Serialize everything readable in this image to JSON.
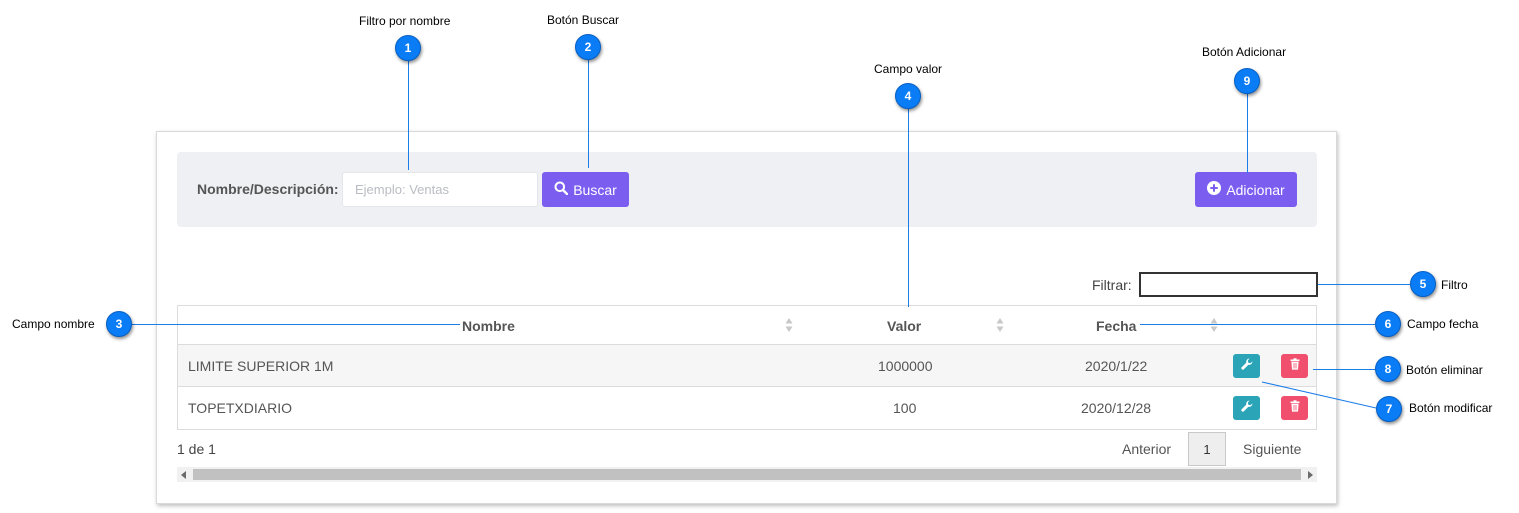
{
  "annotations": [
    {
      "id": "1",
      "label": "Filtro por nombre"
    },
    {
      "id": "2",
      "label": "Botón  Buscar"
    },
    {
      "id": "3",
      "label": "Campo nombre"
    },
    {
      "id": "4",
      "label": "Campo valor"
    },
    {
      "id": "5",
      "label": "Filtro"
    },
    {
      "id": "6",
      "label": "Campo fecha"
    },
    {
      "id": "7",
      "label": "Botón modificar"
    },
    {
      "id": "8",
      "label": "Botón eliminar"
    },
    {
      "id": "9",
      "label": "Botón Adicionar"
    }
  ],
  "search": {
    "label": "Nombre/Descripción:",
    "value": "",
    "placeholder": "Ejemplo: Ventas",
    "button_label": "Buscar",
    "button_icon": "search-icon"
  },
  "add_button": {
    "label": "Adicionar",
    "icon": "plus-circle-icon"
  },
  "filter": {
    "label": "Filtrar:",
    "value": ""
  },
  "table": {
    "columns": [
      "Nombre",
      "Valor",
      "Fecha"
    ],
    "rows": [
      {
        "nombre": "LIMITE SUPERIOR 1M",
        "valor": "1000000",
        "fecha": "2020/1/22"
      },
      {
        "nombre": "TOPETXDIARIO",
        "valor": "100",
        "fecha": "2020/12/28"
      }
    ]
  },
  "pagination": {
    "info": "1 de 1",
    "prev": "Anterior",
    "page": "1",
    "next": "Siguiente"
  },
  "colors": {
    "accent": "#7b5df0",
    "badge": "#0a7cf5",
    "edit": "#2aa4b6",
    "delete": "#f0506e"
  }
}
